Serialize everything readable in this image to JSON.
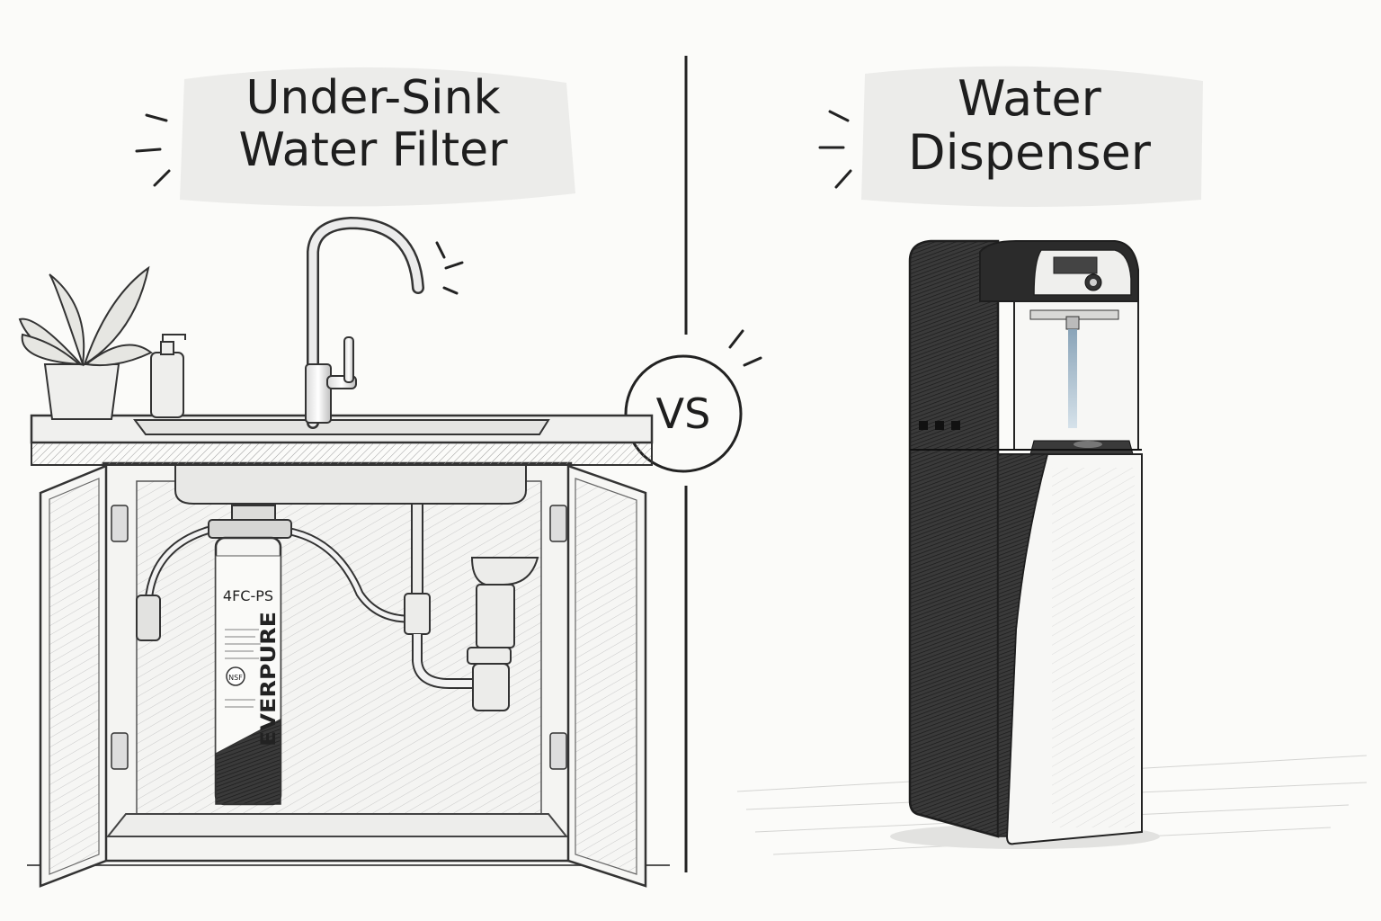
{
  "left": {
    "title_line1": "Under-Sink",
    "title_line2": "Water Filter",
    "filter_model": "4FC-PS",
    "filter_brand": "EVERPURE",
    "filter_badge": "NSF"
  },
  "right": {
    "title_line1": "Water",
    "title_line2": "Dispenser"
  },
  "versus_label": "VS"
}
